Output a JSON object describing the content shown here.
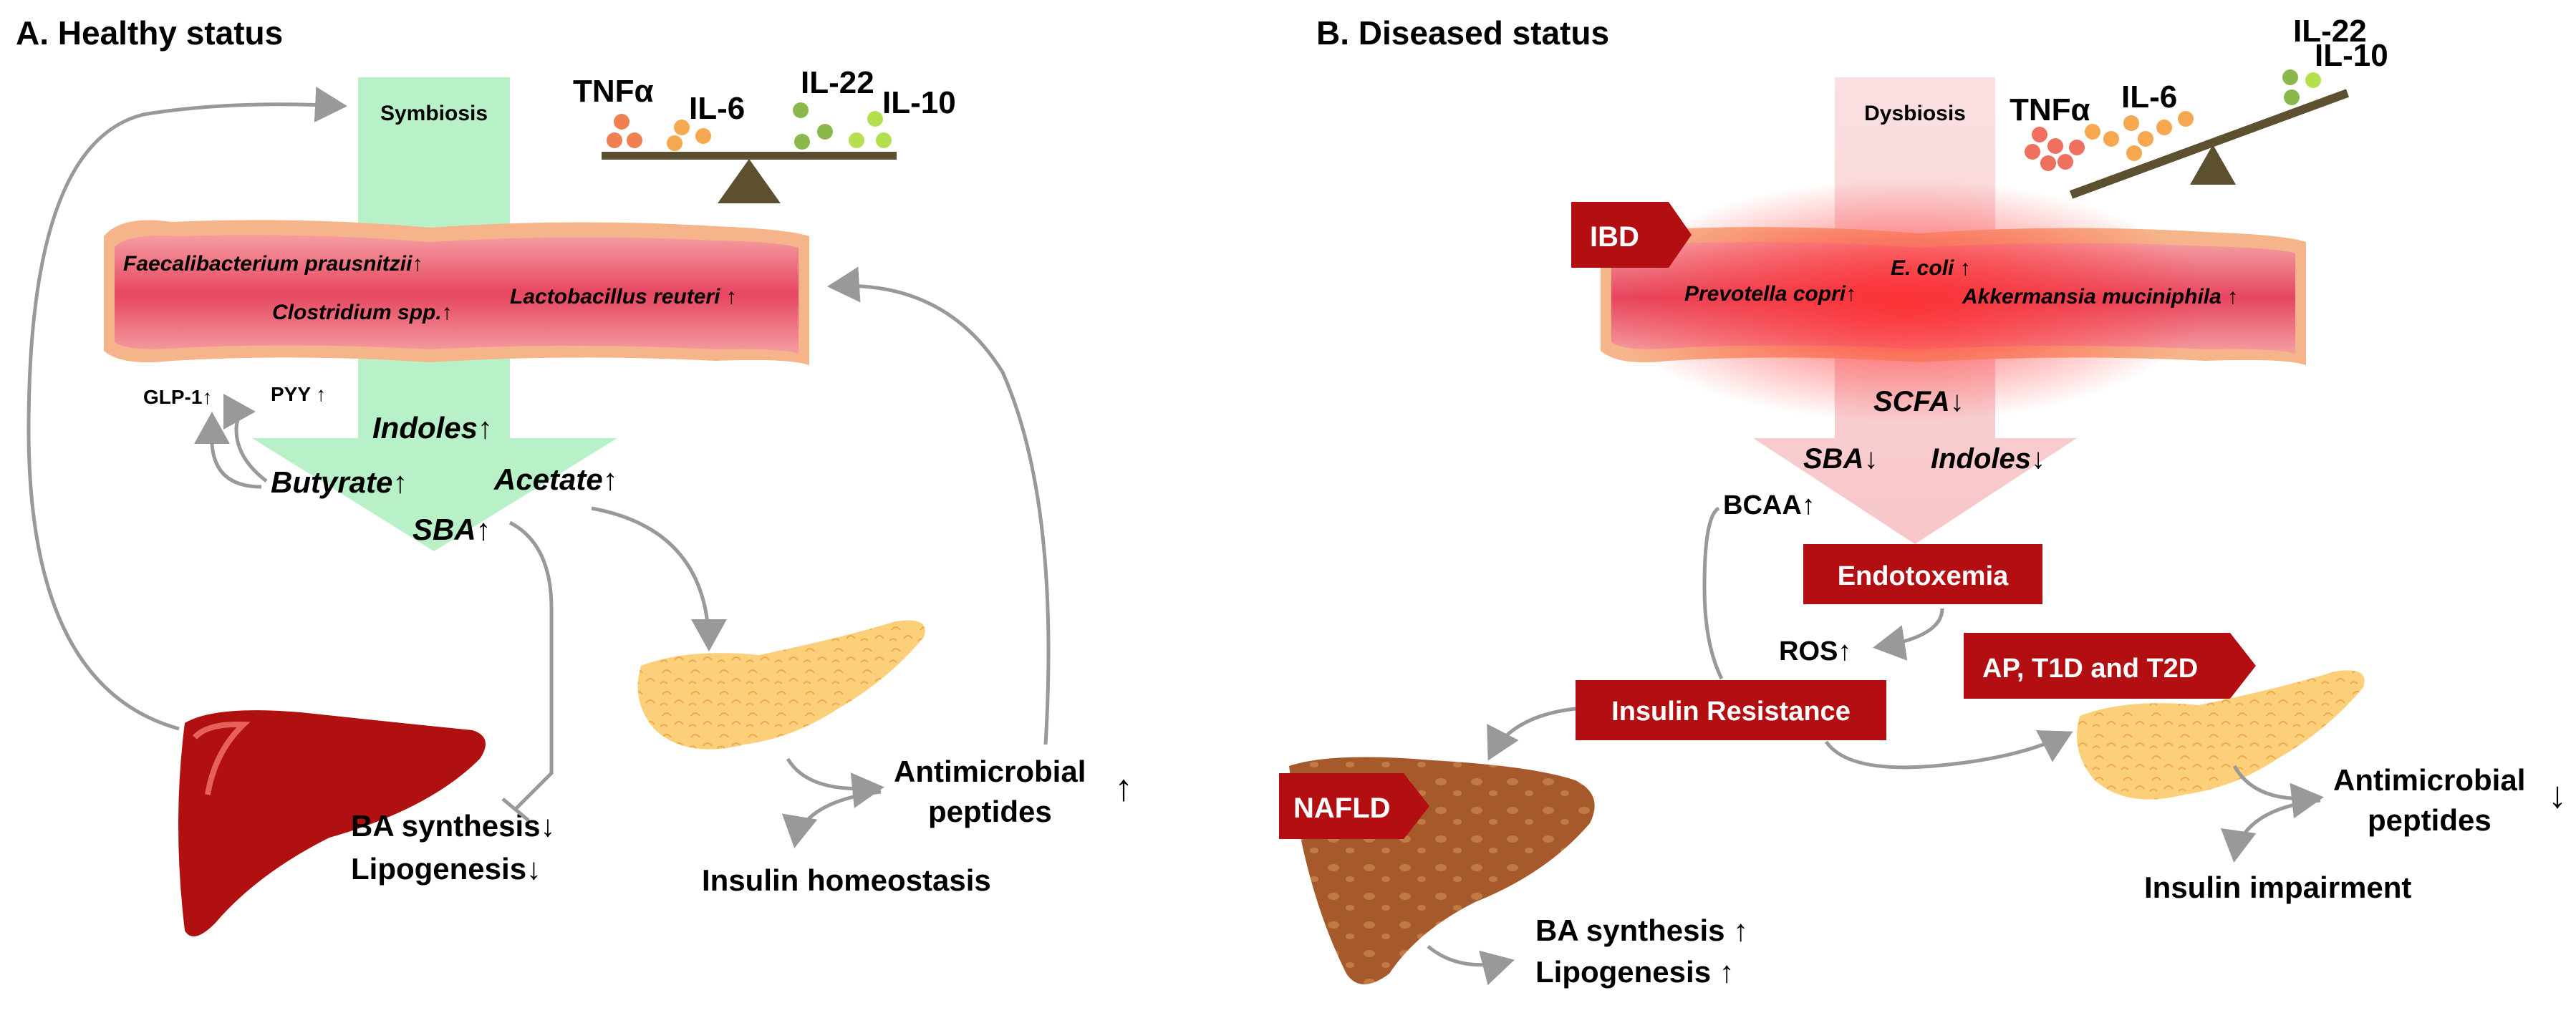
{
  "panel_a": {
    "title": "A. Healthy status",
    "arrow_label": "Symbiosis",
    "cytokines": [
      "TNFα",
      "IL-6",
      "IL-22",
      "IL-10"
    ],
    "bacteria": [
      "Faecalibacterium prausnitzii↑",
      "Clostridium spp.↑",
      "Lactobacillus reuteri ↑"
    ],
    "hormones": [
      "GLP-1↑",
      "PYY ↑"
    ],
    "metabolites": [
      "Indoles↑",
      "Butyrate↑",
      "Acetate↑",
      "SBA↑"
    ],
    "liver_effects": [
      "BA synthesis↓",
      "Lipogenesis↓"
    ],
    "pancreas_effects": [
      "Antimicrobial",
      "peptides",
      "↑",
      "Insulin homeostasis"
    ]
  },
  "panel_b": {
    "title": "B. Diseased status",
    "arrow_label": "Dysbiosis",
    "cytokines": [
      "TNFα",
      "IL-6",
      "IL-22",
      "IL-10"
    ],
    "ibd_label": "IBD",
    "bacteria": [
      "E. coli ↑",
      "Prevotella copri↑",
      "Akkermansia muciniphila ↑"
    ],
    "metabolites": [
      "SCFA↓",
      "SBA↓",
      "Indoles↓",
      "BCAA↑"
    ],
    "endotoxemia": "Endotoxemia",
    "ros": "ROS↑",
    "insulin_resistance": "Insulin Resistance",
    "diseases": "AP, T1D and T2D",
    "nafld": "NAFLD",
    "liver_effects": [
      "BA synthesis ↑",
      "Lipogenesis ↑"
    ],
    "pancreas_effects": [
      "Antimicrobial",
      "peptides",
      "↓",
      "Insulin impairment"
    ]
  },
  "colors": {
    "healthy_arrow": "#b8f0c8",
    "dysbiosis_arrow": "#f9d0d2",
    "intestine": "#e8526a",
    "intestine_edge": "#f6b48a",
    "red_box": "#b30f12",
    "liver_healthy": "#b01010",
    "liver_diseased": "#a0522d",
    "pancreas": "#fcd07a"
  }
}
